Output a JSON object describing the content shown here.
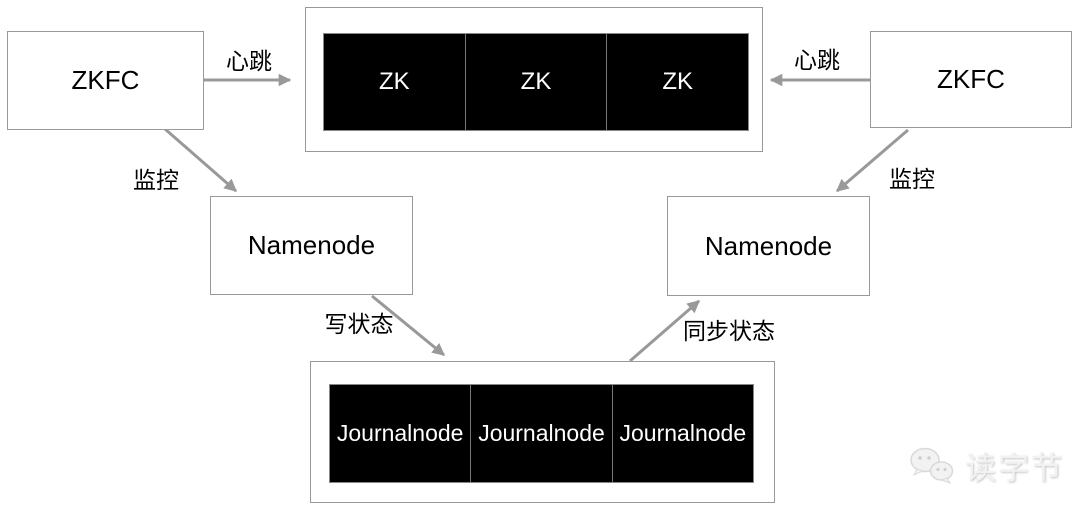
{
  "nodes": {
    "zkfc_left": "ZKFC",
    "zkfc_right": "ZKFC",
    "namenode_left": "Namenode",
    "namenode_right": "Namenode",
    "zk_cells": [
      "ZK",
      "ZK",
      "ZK"
    ],
    "journal_cells": [
      "Journalnode",
      "Journalnode",
      "Journalnode"
    ]
  },
  "edges": {
    "heartbeat_left": "心跳",
    "heartbeat_right": "心跳",
    "monitor_left": "监控",
    "monitor_right": "监控",
    "write_state": "写状态",
    "sync_state": "同步状态"
  },
  "watermark": {
    "logo": "wechat-bubbles-icon",
    "text": "读字节"
  },
  "colors": {
    "border_gray": "#999999",
    "arrow_gray": "#999999",
    "node_fill": "#ffffff",
    "dark_fill": "#000000",
    "dark_text": "#ffffff",
    "text": "#000000",
    "watermark": "#f2f2f2"
  }
}
